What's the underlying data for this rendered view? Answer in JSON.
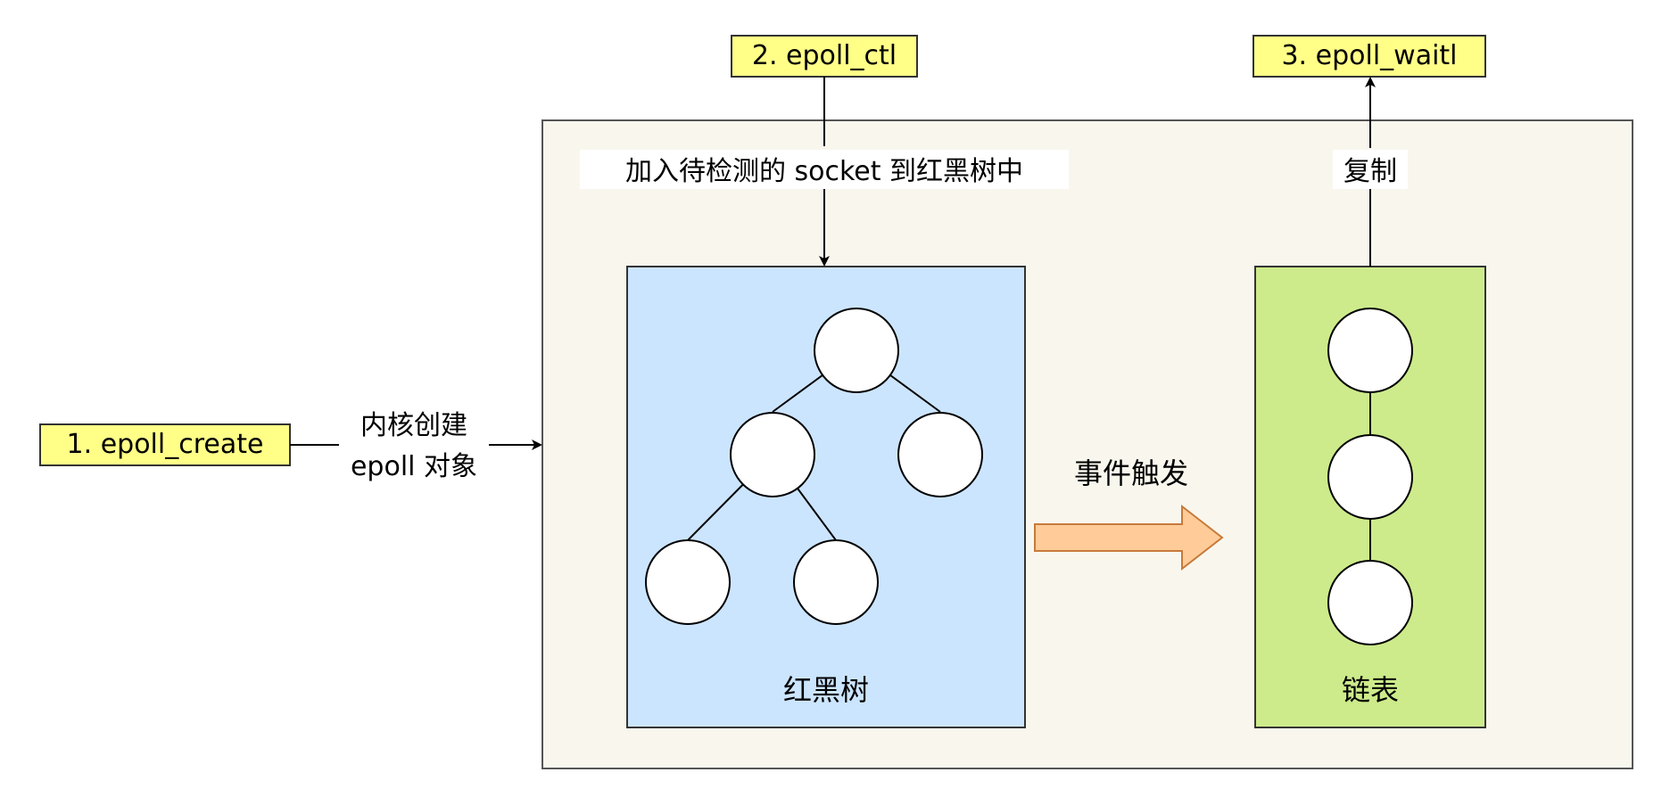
{
  "steps": {
    "create": "1. epoll_create",
    "ctl": "2. epoll_ctl",
    "wait": "3. epoll_waitl"
  },
  "labels": {
    "create_line1": "内核创建",
    "create_line2": "epoll 对象",
    "ctl_action": "加入待检测的 socket 到红黑树中",
    "wait_action": "复制",
    "event_trigger": "事件触发",
    "rbtree": "红黑树",
    "linked_list": "链表"
  },
  "colors": {
    "step_fill": "#ffff88",
    "container_fill": "#f9f7ed",
    "rbtree_fill": "#cce5ff",
    "list_fill": "#cdeb8b",
    "arrow_fill": "#ffcc99"
  }
}
